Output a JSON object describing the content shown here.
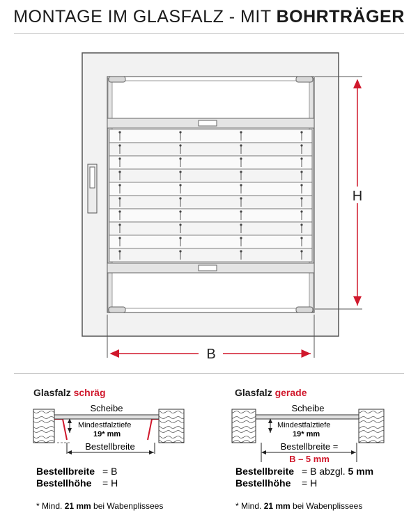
{
  "title": {
    "main": "MONTAGE IM GLASFALZ - MIT ",
    "bold": "BOHRTRÄGER"
  },
  "dimensions": {
    "height_label": "H",
    "width_label": "B"
  },
  "colors": {
    "accent": "#d0182c",
    "frame": "#f2f2f2",
    "line": "#555555"
  },
  "left_panel": {
    "heading": "Glasfalz ",
    "heading_accent": "schräg",
    "pane_label": "Scheibe",
    "depth_label": "Mindestfalztiefe",
    "depth_value": "19* mm",
    "order_label": "Bestellbreite",
    "formula_width_label": "Bestellbreite",
    "formula_width_value": "= B",
    "formula_height_label": "Bestellhöhe",
    "formula_height_value": "= H",
    "footnote_pre": "* Mind. ",
    "footnote_bold": "21 mm",
    "footnote_post": " bei Wabenplissees"
  },
  "right_panel": {
    "heading": "Glasfalz ",
    "heading_accent": "gerade",
    "pane_label": "Scheibe",
    "depth_label": "Mindestfalztiefe",
    "depth_value": "19* mm",
    "order_label": "Bestellbreite =",
    "order_value": "B – 5 mm",
    "formula_width_label": "Bestellbreite",
    "formula_width_value": "= B abzgl. ",
    "formula_width_bold": "5 mm",
    "formula_height_label": "Bestellhöhe",
    "formula_height_value": "= H",
    "footnote_pre": "* Mind. ",
    "footnote_bold": "21 mm",
    "footnote_post": " bei Wabenplissees"
  }
}
